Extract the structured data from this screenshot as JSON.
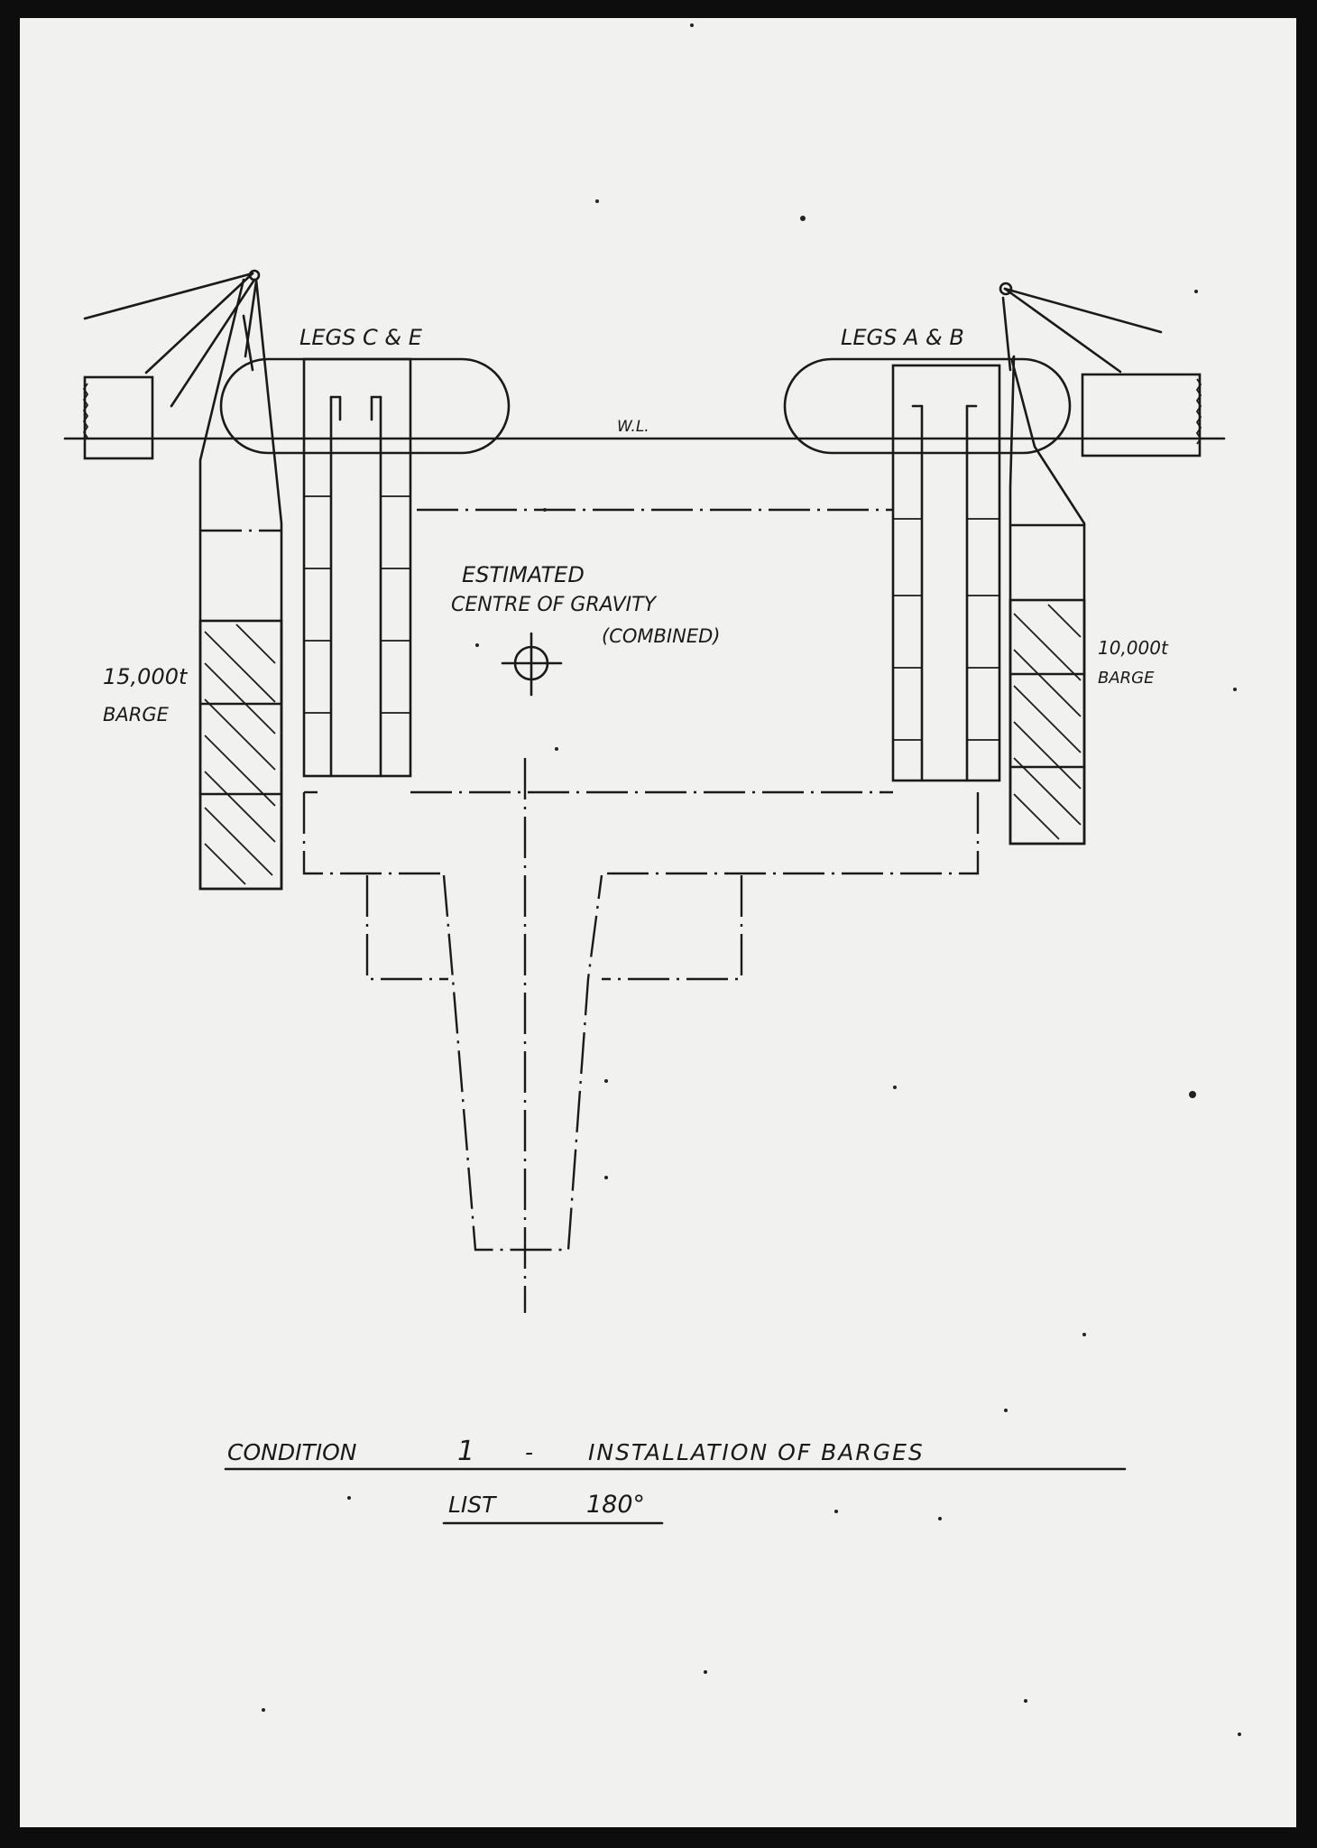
{
  "labels": {
    "legs_left": "LEGS C & E",
    "legs_right": "LEGS A & B",
    "waterline": "W.L.",
    "cg_line1": "ESTIMATED",
    "cg_line2": "CENTRE OF GRAVITY",
    "cg_line3": "(COMBINED)",
    "barge_left_tonnage": "15,000t",
    "barge_left_word": "BARGE",
    "barge_right_tonnage": "10,000t",
    "barge_right_word": "BARGE"
  },
  "caption": {
    "line1_a": "CONDITION",
    "line1_num": "1",
    "line1_dash": "-",
    "line1_b": "INSTALLATION OF BARGES",
    "line2_a": "LIST",
    "line2_b": "180°"
  },
  "colors": {
    "border": "#0d0d0d",
    "paper": "#f1f1ef",
    "ink": "#1a1a1a"
  }
}
